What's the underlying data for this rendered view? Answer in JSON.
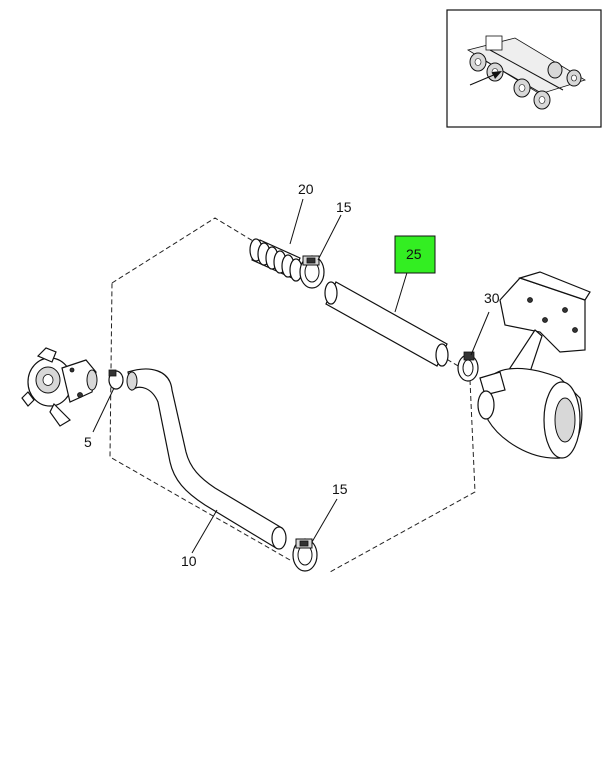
{
  "callouts": {
    "c5": "5",
    "c10": "10",
    "c15_top": "15",
    "c15_bottom": "15",
    "c20": "20",
    "c25": "25",
    "c30": "30"
  },
  "colors": {
    "highlight": "#33ee22",
    "line": "#111111",
    "background": "#ffffff"
  }
}
